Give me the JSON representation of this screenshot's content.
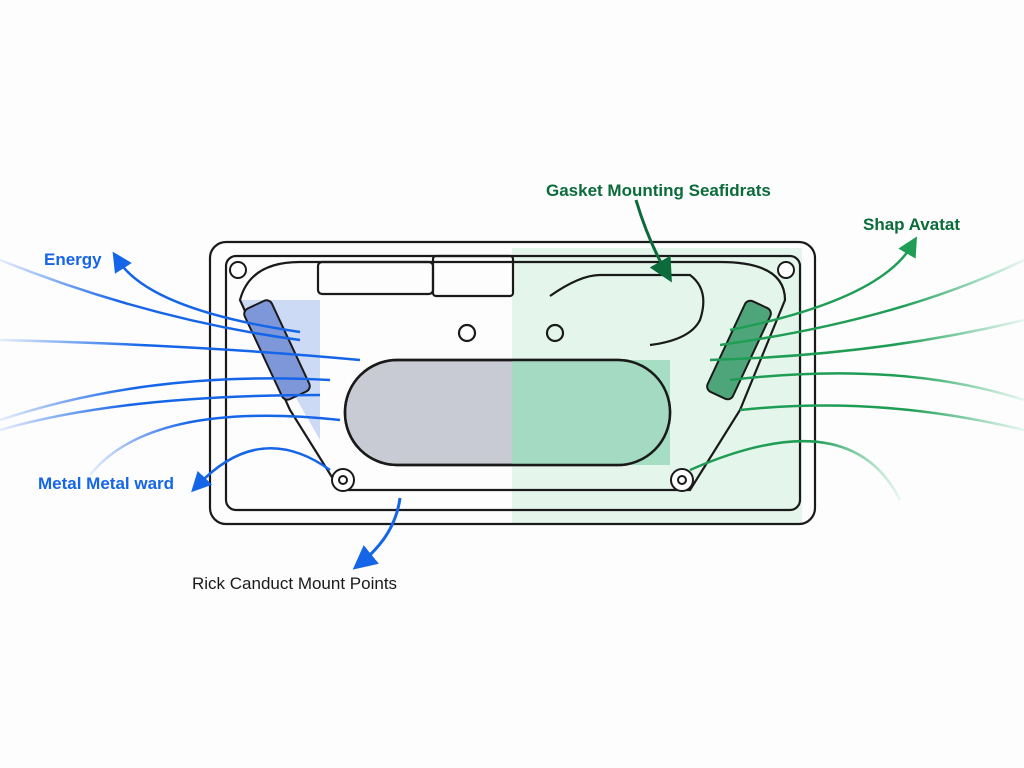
{
  "labels": {
    "energy": "Energy",
    "metal_ward": "Metal Metal ward",
    "gasket": "Gasket Mounting Seafidrats",
    "shap": "Shap Avatat",
    "mount_points": "Rick Canduct Mount Points"
  },
  "colors": {
    "blue": "#1565e8",
    "green": "#1f9d55",
    "dark_green": "#0b6b3a",
    "outline": "#1a1a1a"
  }
}
